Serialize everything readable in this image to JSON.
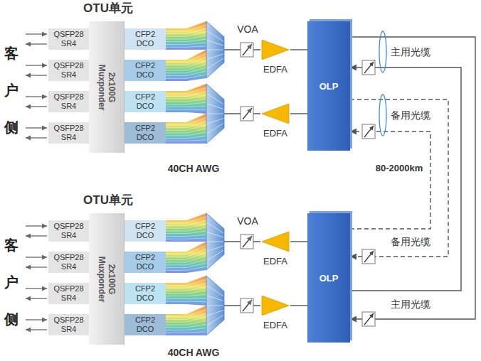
{
  "diagram": {
    "nodes": [
      {
        "text": [
          "QSFP28 SR4"
        ]
      },
      {
        "text": [
          "QSFP28 SR4"
        ]
      },
      {
        "text": [
          "QSFP28 SR4"
        ]
      },
      {
        "text": [
          "QSFP28 SR4"
        ]
      },
      {
        "text": [
          "2x100G Muxponder"
        ]
      },
      {
        "text": [
          "CFP2 DCO"
        ]
      },
      {
        "text": [
          "CFP2 DCO"
        ]
      },
      {
        "text": [
          "CFP2 DCO"
        ]
      },
      {
        "text": [
          "CFP2 DCO"
        ]
      },
      {
        "text": [
          "EDFA"
        ]
      },
      {
        "text": [
          "EDFA"
        ]
      },
      {
        "text": [
          "OLP"
        ]
      },
      {
        "text": [
          "QSFP28 SR4"
        ]
      },
      {
        "text": [
          "QSFP28 SR4"
        ]
      },
      {
        "text": [
          "QSFP28 SR4"
        ]
      },
      {
        "text": [
          "QSFP28 SR4"
        ]
      },
      {
        "text": [
          "2x100G Muxponder"
        ]
      },
      {
        "text": [
          "CFP2 DCO"
        ]
      },
      {
        "text": [
          "CFP2 DCO"
        ]
      },
      {
        "text": [
          "CFP2 DCO"
        ]
      },
      {
        "text": [
          "CFP2 DCO"
        ]
      },
      {
        "text": [
          "EDFA"
        ]
      },
      {
        "text": [
          "EDFA"
        ]
      },
      {
        "text": [
          "OLP"
        ]
      }
    ],
    "edges": [
      {
        "from": 9,
        "to": 11,
        "arrow": "none"
      },
      {
        "from": 11,
        "to": 10,
        "arrow": "none"
      },
      {
        "from": 23,
        "to": 21,
        "arrow": "none"
      },
      {
        "from": 22,
        "to": 23,
        "arrow": "none"
      },
      {
        "from": 11,
        "to": 23,
        "arrow": "to"
      },
      {
        "from": 23,
        "to": 11,
        "arrow": "to"
      },
      {
        "from": 11,
        "to": 23,
        "arrow": "to"
      },
      {
        "from": 23,
        "to": 11,
        "arrow": "to"
      }
    ],
    "labels": [
      "OTU单元",
      "客户侧",
      "VOA",
      "40CH AWG",
      "主用光缆",
      "备用光缆",
      "80-2000km",
      "OTU单元",
      "客户侧",
      "VOA",
      "备用光缆",
      "主用光缆",
      "40CH AWG"
    ]
  }
}
